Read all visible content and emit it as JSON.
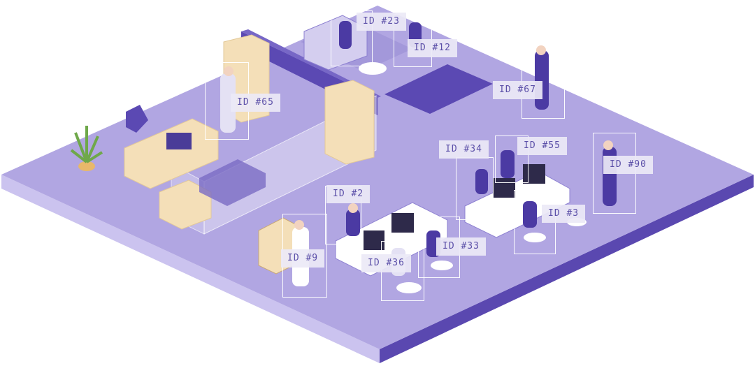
{
  "detections": [
    {
      "id_label": "ID #23"
    },
    {
      "id_label": "ID #12"
    },
    {
      "id_label": "ID #67"
    },
    {
      "id_label": "ID #65"
    },
    {
      "id_label": "ID #34"
    },
    {
      "id_label": "ID #55"
    },
    {
      "id_label": "ID #90"
    },
    {
      "id_label": "ID #2"
    },
    {
      "id_label": "ID #3"
    },
    {
      "id_label": "ID #33"
    },
    {
      "id_label": "ID #9"
    },
    {
      "id_label": "ID #36"
    }
  ],
  "colors": {
    "floor_top": "#b1a6e2",
    "floor_side_light": "#cbc3ef",
    "floor_side_dark": "#5a48b0",
    "wall": "#5b49b3",
    "desk": "#f4dfb8",
    "label_text": "#5b4fa8"
  }
}
